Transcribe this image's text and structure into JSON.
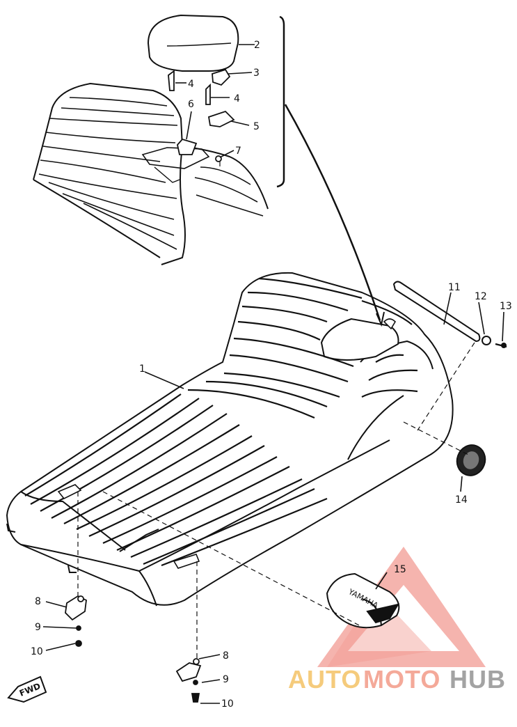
{
  "diagram": {
    "callouts": [
      {
        "key": "c2",
        "text": "2"
      },
      {
        "key": "c3",
        "text": "3"
      },
      {
        "key": "c4a",
        "text": "4"
      },
      {
        "key": "c4b",
        "text": "4"
      },
      {
        "key": "c6",
        "text": "6"
      },
      {
        "key": "c5",
        "text": "5"
      },
      {
        "key": "c7",
        "text": "7"
      },
      {
        "key": "c1",
        "text": "1"
      },
      {
        "key": "c11",
        "text": "11"
      },
      {
        "key": "c12",
        "text": "12"
      },
      {
        "key": "c13",
        "text": "13"
      },
      {
        "key": "c14",
        "text": "14"
      },
      {
        "key": "c15",
        "text": "15"
      },
      {
        "key": "c8a",
        "text": "8"
      },
      {
        "key": "c9a",
        "text": "9"
      },
      {
        "key": "c10a",
        "text": "10"
      },
      {
        "key": "c8b",
        "text": "8"
      },
      {
        "key": "c9b",
        "text": "9"
      },
      {
        "key": "c10b",
        "text": "10"
      }
    ],
    "fwd_label": "FWD",
    "emblem_text": "YAMAHA"
  },
  "watermark": {
    "part1": "AUTO",
    "part2": "MOTO",
    "part3": "HUB",
    "colors": {
      "auto": "#f5c66e",
      "moto": "#f3a08f",
      "hub": "#9a9a9a",
      "triangle": "#f08a80"
    }
  }
}
